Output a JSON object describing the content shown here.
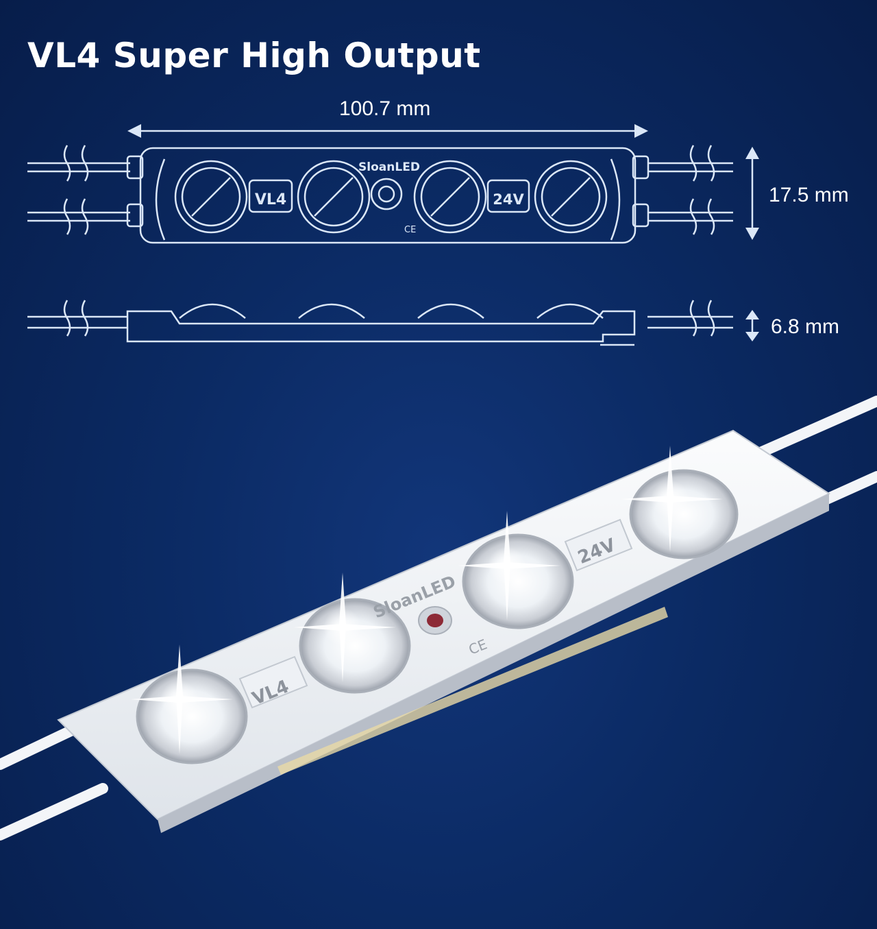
{
  "title": "VL4 Super High Output",
  "dimensions": {
    "length": "100.7 mm",
    "width": "17.5 mm",
    "height": "6.8 mm"
  },
  "module": {
    "brand": "SloanLED",
    "model_label": "VL4",
    "voltage_label": "24V",
    "mark": "CE"
  },
  "colors": {
    "background": "#0b2a63",
    "line_art": "#dbe7f7",
    "text": "#ffffff"
  }
}
